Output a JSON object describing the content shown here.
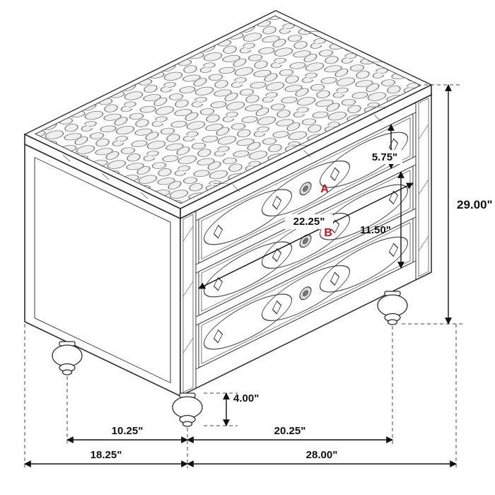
{
  "diagram": {
    "callouts": {
      "a": "A",
      "b": "B"
    },
    "dims": {
      "top_drawer_height": "5.75\"",
      "drawer_width": "22.25\"",
      "lower_drawer_height": "11.50\"",
      "overall_height": "29.00\"",
      "foot_height": "4.00\"",
      "left_foot_inset": "10.25\"",
      "right_foot_span": "20.25\"",
      "overall_depth": "18.25\"",
      "overall_width": "28.00\""
    },
    "colors": {
      "outline": "#2b2b2b",
      "dimension": "#111111",
      "callout": "#cc1111"
    }
  }
}
